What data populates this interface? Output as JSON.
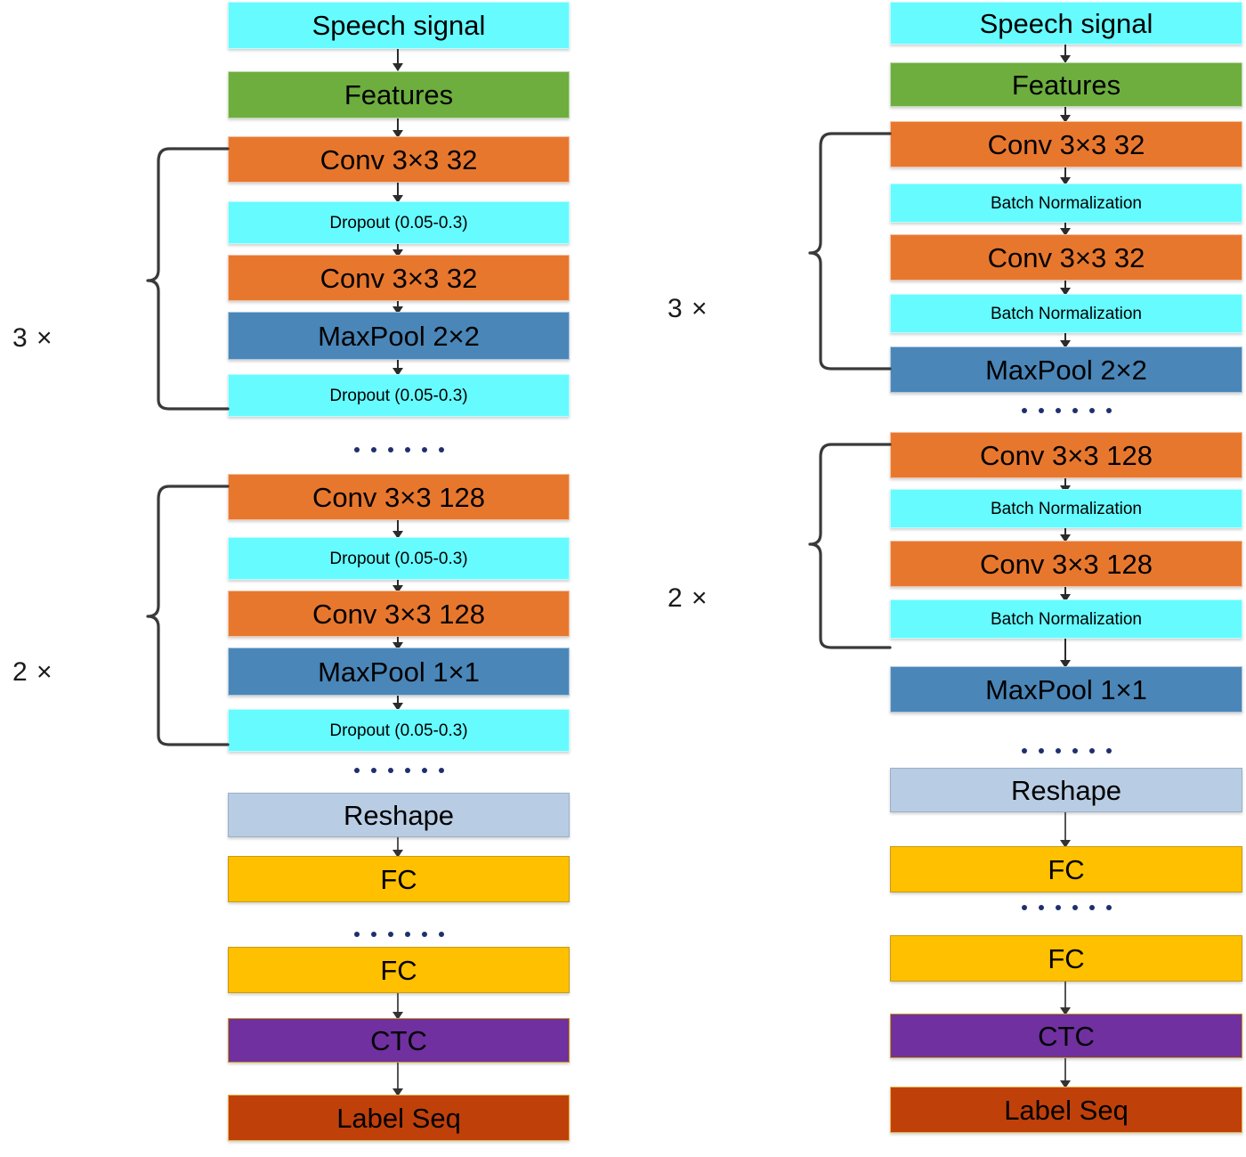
{
  "diagram": {
    "title": "CNN-CTC speech recognition architectures (Dropout variant vs Batch-Normalization variant)",
    "columns": [
      {
        "id": "left",
        "name": "dropout-architecture",
        "repeat_labels": [
          {
            "name": "repeat-3x",
            "text": "3 ×"
          },
          {
            "name": "repeat-2x",
            "text": "2 ×"
          }
        ],
        "blocks": [
          {
            "label": "Speech signal",
            "type": "cyan",
            "size": "big"
          },
          {
            "label": "Features",
            "type": "green",
            "size": "big"
          },
          {
            "label": "Conv 3×3 32",
            "type": "orange",
            "size": "big"
          },
          {
            "label": "Dropout (0.05-0.3)",
            "type": "cyan",
            "size": "small"
          },
          {
            "label": "Conv 3×3 32",
            "type": "orange",
            "size": "big"
          },
          {
            "label": "MaxPool 2×2",
            "type": "blue",
            "size": "big"
          },
          {
            "label": "Dropout (0.05-0.3)",
            "type": "cyan",
            "size": "small"
          },
          {
            "label": "Conv 3×3 128",
            "type": "orange",
            "size": "big"
          },
          {
            "label": "Dropout (0.05-0.3)",
            "type": "cyan",
            "size": "small"
          },
          {
            "label": "Conv 3×3 128",
            "type": "orange",
            "size": "big"
          },
          {
            "label": "MaxPool 1×1",
            "type": "blue",
            "size": "big"
          },
          {
            "label": "Dropout (0.05-0.3)",
            "type": "cyan",
            "size": "small"
          },
          {
            "label": "Reshape",
            "type": "reshape",
            "size": "big"
          },
          {
            "label": "FC",
            "type": "gold",
            "size": "big"
          },
          {
            "label": "FC",
            "type": "gold",
            "size": "big"
          },
          {
            "label": "CTC",
            "type": "purple",
            "size": "big"
          },
          {
            "label": "Label Seq",
            "type": "brick",
            "size": "big"
          }
        ]
      },
      {
        "id": "right",
        "name": "batchnorm-architecture",
        "repeat_labels": [
          {
            "name": "repeat-3x",
            "text": "3 ×"
          },
          {
            "name": "repeat-2x",
            "text": "2 ×"
          }
        ],
        "blocks": [
          {
            "label": "Speech signal",
            "type": "cyan",
            "size": "big"
          },
          {
            "label": "Features",
            "type": "green",
            "size": "big"
          },
          {
            "label": "Conv 3×3 32",
            "type": "orange",
            "size": "big"
          },
          {
            "label": "Batch Normalization",
            "type": "cyan",
            "size": "small"
          },
          {
            "label": "Conv 3×3 32",
            "type": "orange",
            "size": "big"
          },
          {
            "label": "Batch Normalization",
            "type": "cyan",
            "size": "small"
          },
          {
            "label": "MaxPool 2×2",
            "type": "blue",
            "size": "big"
          },
          {
            "label": "Conv 3×3 128",
            "type": "orange",
            "size": "big"
          },
          {
            "label": "Batch Normalization",
            "type": "cyan",
            "size": "small"
          },
          {
            "label": "Conv 3×3 128",
            "type": "orange",
            "size": "big"
          },
          {
            "label": "Batch Normalization",
            "type": "cyan",
            "size": "small"
          },
          {
            "label": "MaxPool 1×1",
            "type": "blue",
            "size": "big"
          },
          {
            "label": "Reshape",
            "type": "reshape",
            "size": "big"
          },
          {
            "label": "FC",
            "type": "gold",
            "size": "big"
          },
          {
            "label": "FC",
            "type": "gold",
            "size": "big"
          },
          {
            "label": "CTC",
            "type": "purple",
            "size": "big"
          },
          {
            "label": "Label Seq",
            "type": "brick",
            "size": "big"
          }
        ]
      }
    ],
    "colors": {
      "cyan": "#66FBFF",
      "green": "#6DAE3F",
      "orange": "#E8772E",
      "blue": "#4A86B8",
      "reshape": "#B8CCE4",
      "gold": "#FFC000",
      "purple": "#7030A0",
      "brick": "#C0400A",
      "dot": "#1F2F6E",
      "arrow": "#2B2B2B"
    }
  }
}
